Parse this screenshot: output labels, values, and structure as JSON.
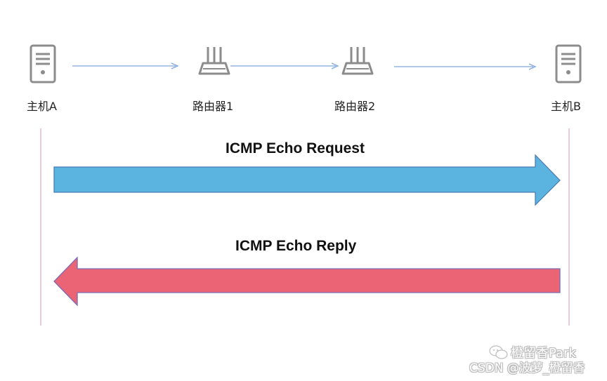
{
  "nodes": {
    "host_a": {
      "label": "主机A",
      "icon": "server-icon"
    },
    "router_1": {
      "label": "路由器1",
      "icon": "router-icon"
    },
    "router_2": {
      "label": "路由器2",
      "icon": "router-icon"
    },
    "host_b": {
      "label": "主机B",
      "icon": "server-icon"
    }
  },
  "flows": {
    "request": {
      "label": "ICMP Echo Request",
      "color": "#5bb3e0",
      "stroke": "#4a7fb5"
    },
    "reply": {
      "label": "ICMP Echo Reply",
      "color": "#ea6476",
      "stroke": "#7a6ab5"
    }
  },
  "colors": {
    "connector": "#7fa7dc",
    "lifeline": "#e8a3b4",
    "device": "#8c8c8c"
  },
  "watermark": {
    "line1": "橙留香Park",
    "line2": "CSDN @波萝_橙留香",
    "icon": "wechat-icon"
  }
}
